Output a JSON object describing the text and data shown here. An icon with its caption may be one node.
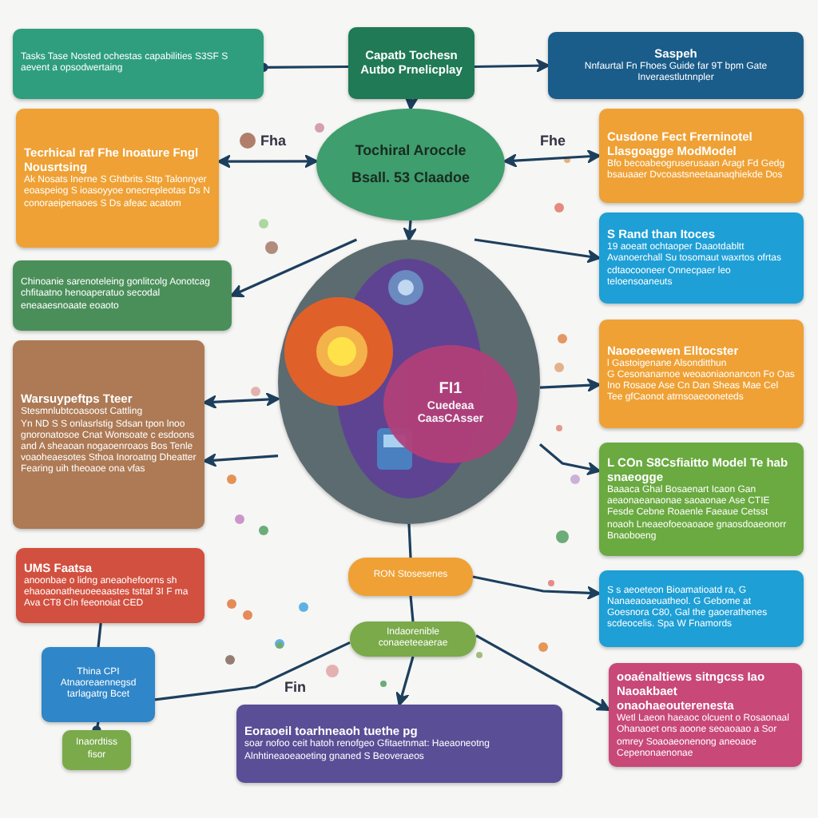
{
  "diagram": {
    "nodes": [
      {
        "text": [
          "Tasks Tase Nosted ochestas capabilities S3SF S aevent a opsodwertaing"
        ]
      },
      {
        "text": [
          "Capatb Tochesn Autbo Prnelicplay"
        ]
      },
      {
        "text": [
          "Saspeh",
          "Nnfaurtal Fn Fhoes Guide far 9T bpm Gate Inveraestlutnnpler"
        ]
      },
      {
        "text": [
          "Tecrhical raf Fhe Inoature Fngl Nousrtsing",
          "Ak Nosats Inerne S Ghtbrits Sttp Talonnyer eoaspeiog S ioasoyyoe onecrepleotas Ds N conoraeipenaoes S Ds afeac acatom"
        ]
      },
      {
        "text": [
          "Tochiral Aroccle",
          "Bsall. 53 Claadoe"
        ]
      },
      {
        "text": [
          "Cusdone Fect Frerninotel Llasgoagge ModModel",
          "Bfo becoabeogruserusaan Aragt Fd Gedg bsauaaer Dvcoastsneetaanaqhiekde Dos"
        ]
      },
      {
        "text": [
          "Chinoanie sarenoteleing gonlitcolg Aonotcag chfitaatno henoaperatuo secodal eneaaesnoaate eoaoto"
        ]
      },
      {
        "text": [
          "S Rand than Itoces",
          "19 aoeatt ochtaoper Daaotdabltt Avanoerchall Su tosomaut waxrtos ofrtas cdtaocooneer Onnecpaer leo teloensoaneuts"
        ]
      },
      {
        "text": [
          "Warsuypeftps Tteer",
          "Stesmnlubtcoasoost Cattling",
          "Yn ND S S onlasrlstig Sdsan tpon lnoo gnoronatosoe Cnat Wonsoate c esdoons and A sheaoan nogaoenroaos Bos Tenle voaoheaesotes Sthoa Inoroatng Dheatter Fearing uih theoaoe ona vfas"
        ]
      },
      {
        "text": [
          "Naoeoeewen Elltocster",
          "l Gastoigenane Alsonditthun",
          "G Cesonanarnoe weoaoniaonancon Fo Oas Ino Rosaoe Ase Cn Dan Sheas Mae Cel Tee gfCaonot atrnsoaeooneteds"
        ]
      },
      {
        "text": [],
        "shape": "circle"
      },
      {
        "text": [
          "FI1",
          "Cuedeaa CaasCAsser"
        ],
        "in": 10
      },
      {
        "text": [
          "UMS Faatsa",
          "anoonbae o lidng aneaohefoorns sh ehaoaonatheuoeeaastes tsttaf 3I F ma Ava CT8 Cln feeonoiat CED"
        ]
      },
      {
        "text": [
          "L COn S8Csfiaitto Model Te hab snaeogge",
          "Baaaca Ghal Bosaenart Icaon Gan aeaonaeanaonae saoaonae Ase CTIE Fesde Cebne Roaenle Faeaue Cetsst noaoh Lneaeofoeoaoaoe gnaosdoaeonorr Bnaoboeng"
        ]
      },
      {
        "text": [
          "RON Stosesenes"
        ]
      },
      {
        "text": [
          "Indaorenible conaeeteeaerae"
        ]
      },
      {
        "text": [
          "Thina CPI Atnaoreaennegsd tarlagatrg Bcet"
        ]
      },
      {
        "text": [
          "Inaordtiss fisor"
        ]
      },
      {
        "text": [
          "S s aeoeteon Bioamatioatd ra, G Nanaeaoaeuatheol. G Gebome at Goesnora C80, Gal the gaoerathenes scdeocelis. Spa W Fnamords"
        ]
      },
      {
        "text": [
          "Eoraoeil toarhneaoh tuethe pg",
          "soar nofoo ceit hatoh renofgeo Gfitaetnmat: Haeaoneotng Alnhtineaoeaoeting gnaned S Beoveraeos"
        ]
      },
      {
        "text": [
          "ooaénaltiews sitngcss Iao Naoakbaet onaohaeouterenesta",
          "Wetl Laeon haeaoc olcuent o Rosaonaal Ohanaoet ons aoone seoaoaao a Sor omrey Soaoaeonenong aneoaoe Cepenonaenonae"
        ]
      }
    ],
    "edges": [
      {
        "from": 1,
        "to": 0,
        "arrow": "other"
      },
      {
        "from": 1,
        "to": 2,
        "arrow": "to"
      },
      {
        "from": 1,
        "to": 4,
        "arrow": "to"
      },
      {
        "from": 3,
        "to": 4,
        "arrow": "both"
      },
      {
        "from": 4,
        "to": 5,
        "arrow": "both"
      },
      {
        "from": 4,
        "to": 10,
        "arrow": "to"
      },
      {
        "from": 10,
        "to": 6,
        "arrow": "to"
      },
      {
        "from": 10,
        "to": 7,
        "arrow": "to"
      },
      {
        "from": 8,
        "to": 10,
        "arrow": "both"
      },
      {
        "from": 10,
        "to": 8,
        "arrow": "to"
      },
      {
        "from": 10,
        "to": 9,
        "arrow": "to"
      },
      {
        "from": 10,
        "to": 13,
        "arrow": "to"
      },
      {
        "from": 10,
        "to": 14,
        "arrow": "none"
      },
      {
        "from": 14,
        "to": 18,
        "arrow": "to"
      },
      {
        "from": 14,
        "to": 15,
        "arrow": "none"
      },
      {
        "from": 15,
        "to": 19,
        "arrow": "to"
      },
      {
        "from": 15,
        "to": 20,
        "arrow": "to"
      },
      {
        "from": 15,
        "to": 16,
        "arrow": "none"
      },
      {
        "from": 12,
        "to": 16,
        "arrow": "none"
      },
      {
        "from": 16,
        "to": 17,
        "arrow": "other"
      }
    ],
    "labels": [
      "Fha",
      "Fhe",
      "Fin"
    ]
  }
}
